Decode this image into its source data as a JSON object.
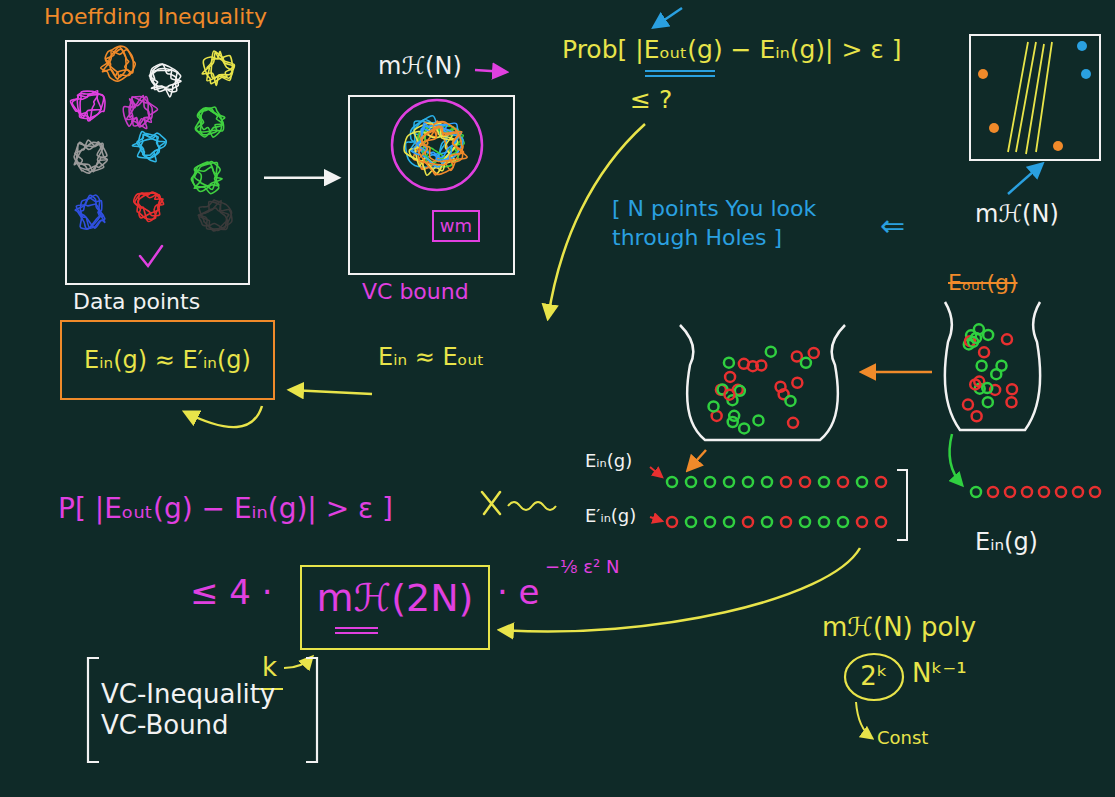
{
  "diagram": {
    "title": "Hoeffding Inequality",
    "nodes": [
      {
        "text": [
          "Data points"
        ]
      },
      {
        "text": [
          "VC bound"
        ]
      },
      {
        "text": [
          "wm"
        ],
        "in": 1
      },
      {
        "text": [
          "Eᵢₙ(g) ≈ E′ᵢₙ(g)"
        ]
      },
      {
        "text": [
          "mℋ(2N)"
        ]
      },
      {
        "text": [
          "VC-Inequality VC-Bound"
        ]
      },
      {
        "text": [
          "2ᵏ"
        ]
      }
    ],
    "edges": [
      {
        "from": 0,
        "to": 1,
        "arrow": "to"
      }
    ],
    "labels": [
      "mℋ(N)",
      "Prob[ |Eₒᵤₜ(g) − Eᵢₙ(g)| > ε ]",
      "≤ ?",
      "mℋ(N)",
      "[ N points You look through Holes ]",
      "⇐",
      "Eₒᵤₜ(g)",
      "Eᵢₙ ≈ Eₒᵤₜ",
      "Eᵢₙ(g)",
      "E′ᵢₙ(g)",
      "Eᵢₙ(g)",
      "P[ |Eₒᵤₜ(g) − Eᵢₙ(g)| > ε ]",
      "≤ 4 ·",
      "· e",
      "−⅛ ε² N",
      "k",
      "mℋ(N) poly",
      "Nᵏ⁻¹",
      "Const"
    ]
  }
}
